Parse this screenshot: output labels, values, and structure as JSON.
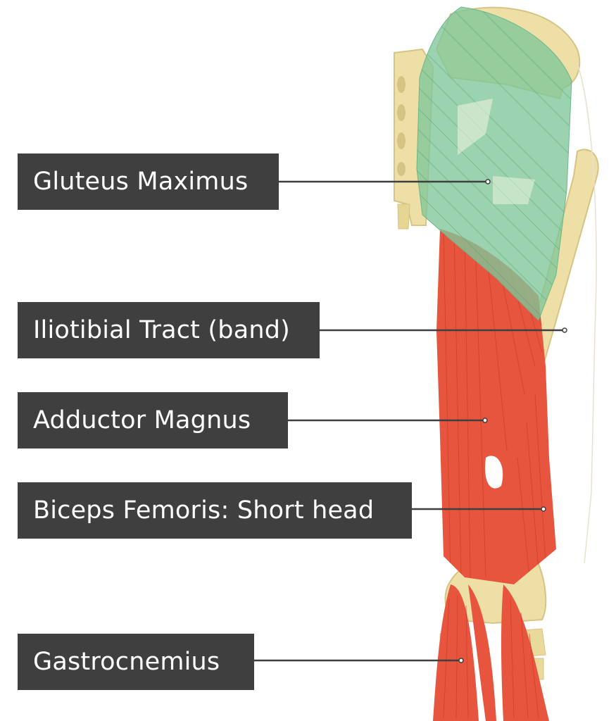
{
  "labels": [
    {
      "id": "gluteus-maximus",
      "text": "Gluteus Maximus"
    },
    {
      "id": "iliotibial-tract",
      "text": "Iliotibial Tract (band)"
    },
    {
      "id": "adductor-magnus",
      "text": "Adductor Magnus"
    },
    {
      "id": "biceps-femoris-short-head",
      "text": "Biceps Femoris: Short head"
    },
    {
      "id": "gastrocnemius",
      "text": "Gastrocnemius"
    }
  ],
  "colors": {
    "label_background": "#3f3f3f",
    "label_text": "#ffffff",
    "leader_line": "#3f3f3f",
    "bone": "#eedfa6",
    "bone_shade": "#d6c484",
    "gluteus_overlay": "#7fc79a",
    "muscle": "#e8553e",
    "muscle_line": "#c93a26"
  }
}
